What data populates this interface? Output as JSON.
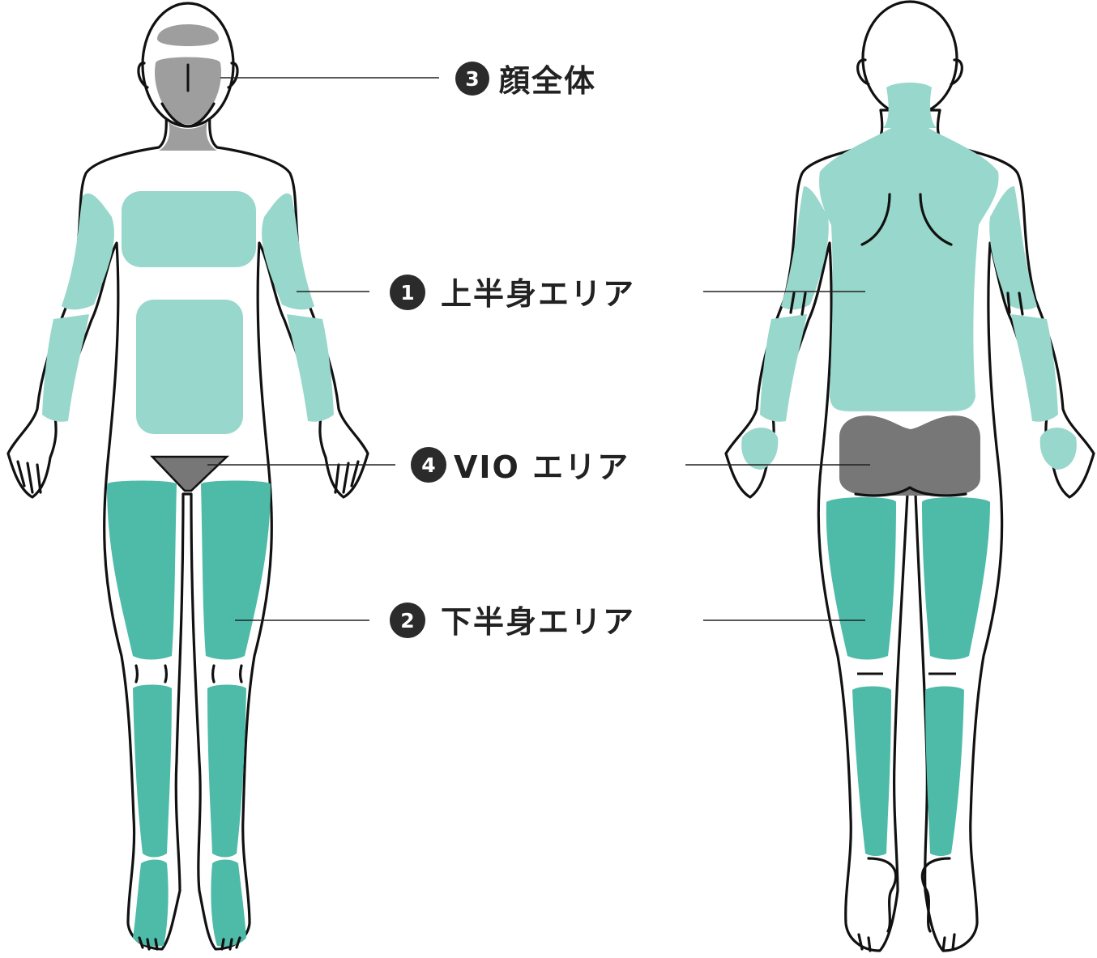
{
  "colors": {
    "upper_body": "#98d7cc",
    "lower_body": "#4dbba8",
    "face": "#9e9e9e",
    "vio": "#777777",
    "outline": "#111111",
    "badge": "#2b2b2b",
    "text": "#222222"
  },
  "areas": [
    {
      "id": "upper",
      "number": "1",
      "label": "上半身エリア"
    },
    {
      "id": "lower",
      "number": "2",
      "label": "下半身エリア"
    },
    {
      "id": "face",
      "number": "3",
      "label": "顔全体"
    },
    {
      "id": "vio",
      "number": "4",
      "label": "VIO エリア"
    }
  ]
}
